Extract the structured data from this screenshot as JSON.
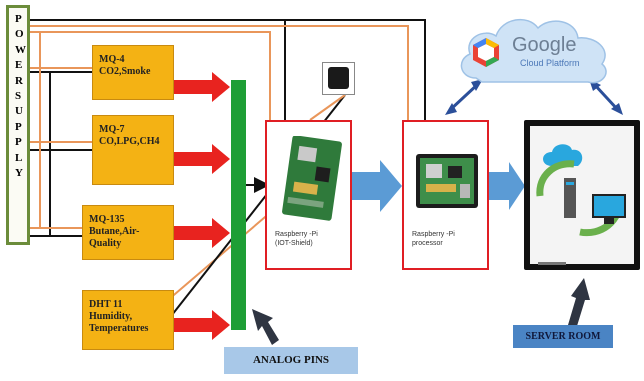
{
  "power_supply": {
    "label": "POWER SUPPLY"
  },
  "sensors": [
    {
      "id": "mq4",
      "line1": "MQ-4",
      "line2": "CO2,Smoke",
      "line3": ""
    },
    {
      "id": "mq7",
      "line1": "MQ-7",
      "line2": "CO,LPG,CH4",
      "line3": ""
    },
    {
      "id": "mq135",
      "line1": "MQ-135",
      "line2": "Butane,Air-",
      "line3": "Quality"
    },
    {
      "id": "dht11",
      "line1": "DHT 11",
      "line2": "Humidity,",
      "line3": "Temperatures"
    }
  ],
  "analog_pins": {
    "label": "ANALOG PINS"
  },
  "rpi_shield": {
    "line1": "Raspberry -Pi",
    "line2": "(IOT-Shield)"
  },
  "rpi_processor": {
    "line1": "Raspberry -Pi",
    "line2": "processor"
  },
  "cloud": {
    "brand": "Google",
    "sub": "Cloud Platform"
  },
  "server_room": {
    "label": "SERVER ROOM"
  },
  "colors": {
    "sensor_fill": "#f4b214",
    "red_arrow": "#e8231f",
    "blue_arrow": "#5b9bd5",
    "pin_bar": "#1e9e35",
    "red_border": "#e01e24",
    "wire_orange": "#e9965a",
    "wire_black": "#111111",
    "power_border": "#6b8c3a"
  }
}
